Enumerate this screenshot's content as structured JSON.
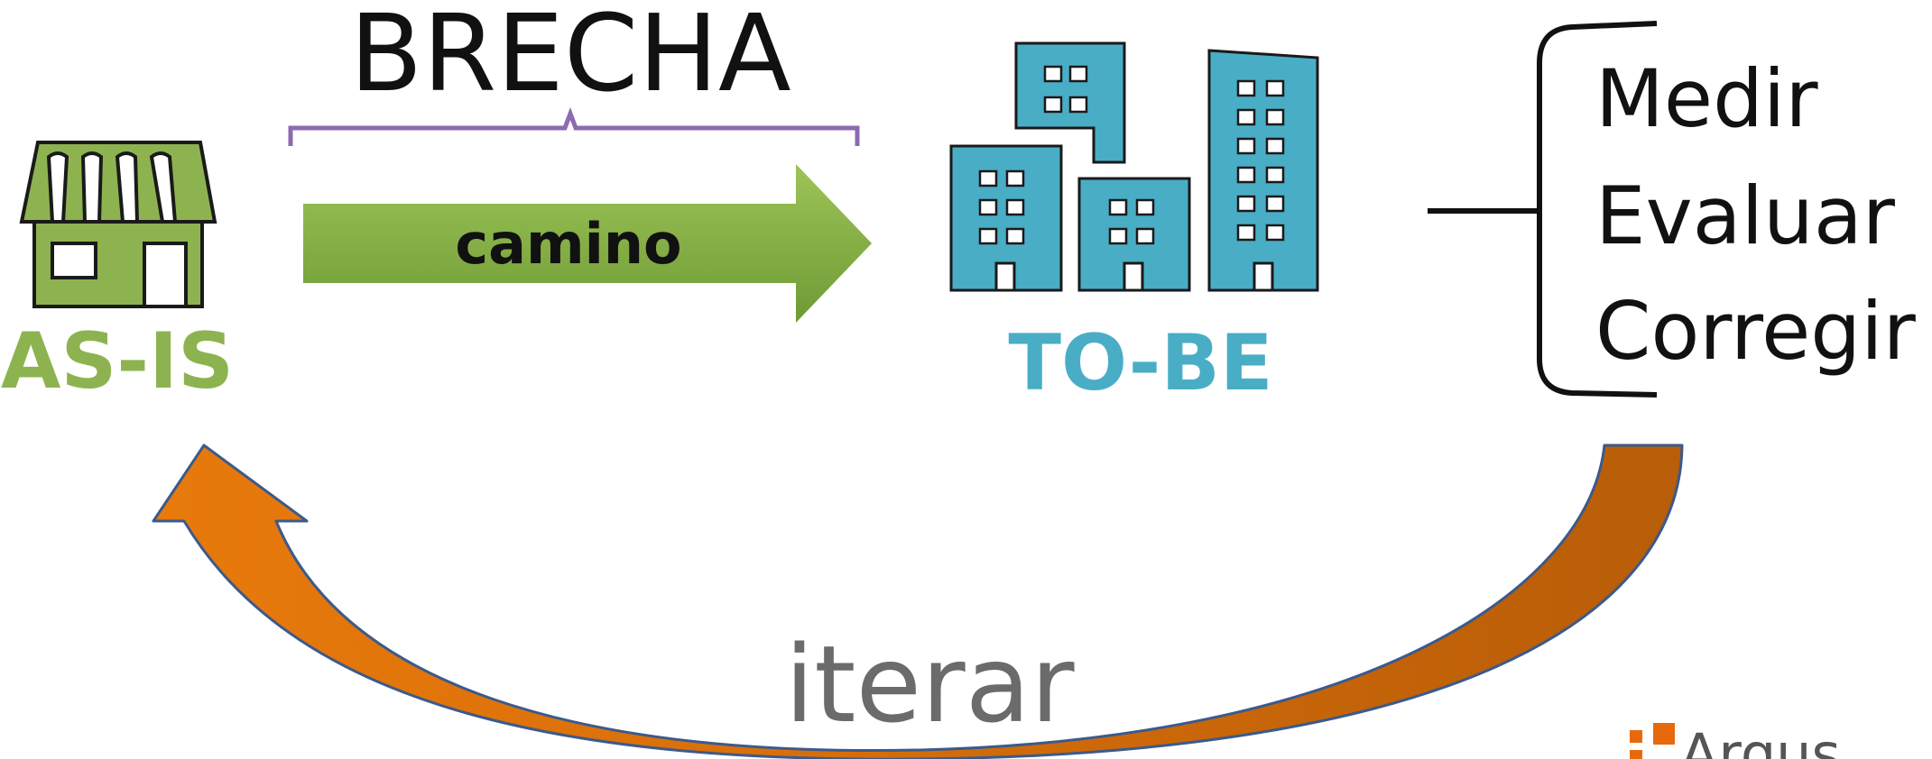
{
  "diagram": {
    "gap_label": "BRECHA",
    "path_label": "camino",
    "start_label": "AS-IS",
    "end_label": "TO-BE",
    "steps": [
      "Medir",
      "Evaluar",
      "Corregir"
    ],
    "loop_label": "iterar",
    "logo_text": "Argus"
  },
  "colors": {
    "as_is_green": "#8db350",
    "to_be_blue": "#4aadc6",
    "arrow_green_light": "#9cc458",
    "arrow_green_dark": "#6f9a34",
    "brace_purple": "#8c6bb1",
    "loop_orange": "#e87a0c",
    "loop_orange_dark": "#b85d08",
    "loop_outline": "#3b5a8c",
    "loop_text_gray": "#6b6b6b",
    "logo_orange": "#e8690c"
  },
  "icons": {
    "store": "store-icon",
    "buildings": "buildings-icon",
    "logo": "logo-icon"
  }
}
